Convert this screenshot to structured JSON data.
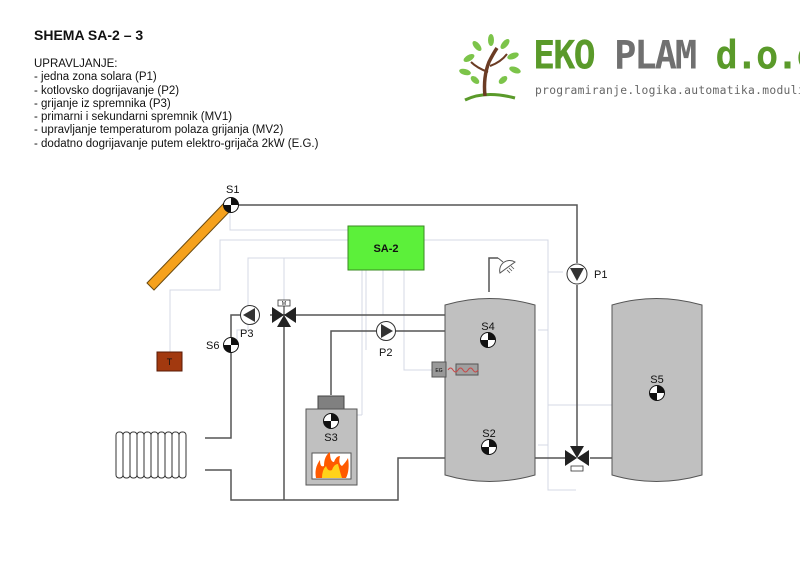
{
  "header": {
    "title": "SHEMA SA-2 – 3",
    "section_label": "UPRAVLJANJE:",
    "items": [
      "- jedna zona solara (P1)",
      "- kotlovsko dogrijavanje (P2)",
      "- grijanje iz spremnika (P3)",
      "- primarni i sekundarni spremnik (MV1)",
      "- upravljanje temperaturom polaza grijanja (MV2)",
      "- dodatno dogrijavanje putem elektro-grijača 2kW (E.G.)"
    ]
  },
  "logo": {
    "name_green": "EKO",
    "name_gray": "PLAM",
    "name_suffix": "d.o.o.",
    "tagline": "programiranje.logika.automatika.moduli"
  },
  "diagram": {
    "controller": "SA-2",
    "sensors": {
      "s1": "S1",
      "s2": "S2",
      "s3": "S3",
      "s4": "S4",
      "s5": "S5",
      "s6": "S6"
    },
    "pumps": {
      "p1": "P1",
      "p2": "P2",
      "p3": "P3"
    },
    "valve_motor_label": "M",
    "thermostat": "T",
    "electric_heater": "EG",
    "colors": {
      "controller": "#5cf03a",
      "collector": "#f5a11c",
      "tank": "#c0c0c0",
      "thermostat": "#a2390f",
      "pipe": "#555555",
      "wire": "#d8dbe6"
    }
  }
}
